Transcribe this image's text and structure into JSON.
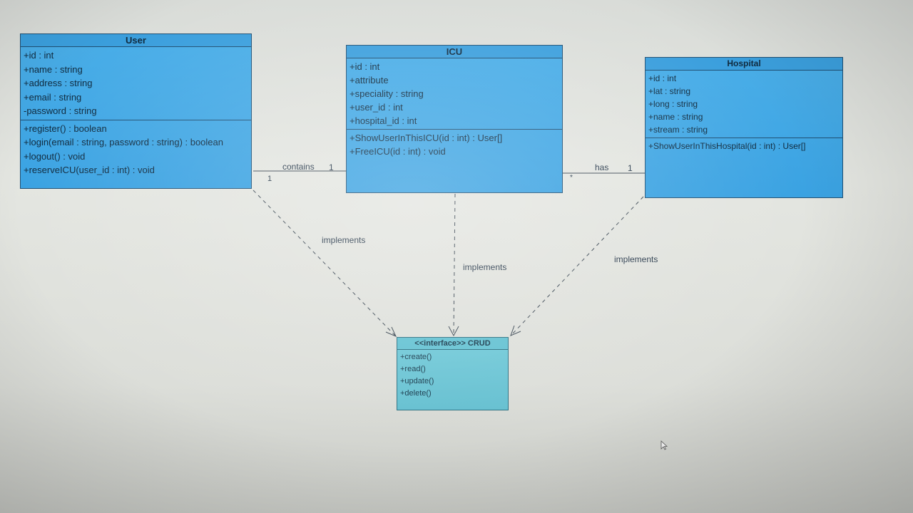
{
  "classes": {
    "user": {
      "title": "User",
      "attributes": [
        "+id : int",
        "+name : string",
        "+address : string",
        "+email : string",
        "-password : string"
      ],
      "methods": [
        "+register() : boolean",
        "+login(email : string, password : string) : boolean",
        "+logout() : void",
        "+reserveICU(user_id : int) : void"
      ]
    },
    "icu": {
      "title": "ICU",
      "attributes": [
        "+id : int",
        "+attribute",
        "+speciality : string",
        "+user_id : int",
        "+hospital_id : int"
      ],
      "methods": [
        "+ShowUserInThisICU(id : int) : User[]",
        "+FreeICU(id : int) : void"
      ]
    },
    "hospital": {
      "title": "Hospital",
      "attributes": [
        "+id : int",
        "+lat : string",
        "+long : string",
        "+name : string",
        "+stream : string"
      ],
      "methods": [
        "+ShowUserInThisHospital(id : int) : User[]"
      ]
    },
    "crud": {
      "title": "<<interface>> CRUD",
      "methods": [
        "+create()",
        "+read()",
        "+update()",
        "+delete()"
      ]
    }
  },
  "associations": {
    "contains": {
      "label": "contains",
      "mult_icu": "1",
      "mult_user": "1"
    },
    "has": {
      "label": "has",
      "mult_hospital": "1",
      "mult_icu": "*"
    }
  },
  "realizations": {
    "user_label": "implements",
    "icu_label": "implements",
    "hospital_label": "implements"
  },
  "colors": {
    "class_fill": "#3aa2e2",
    "interface_fill": "#64bfd0",
    "line": "#3a4652"
  }
}
